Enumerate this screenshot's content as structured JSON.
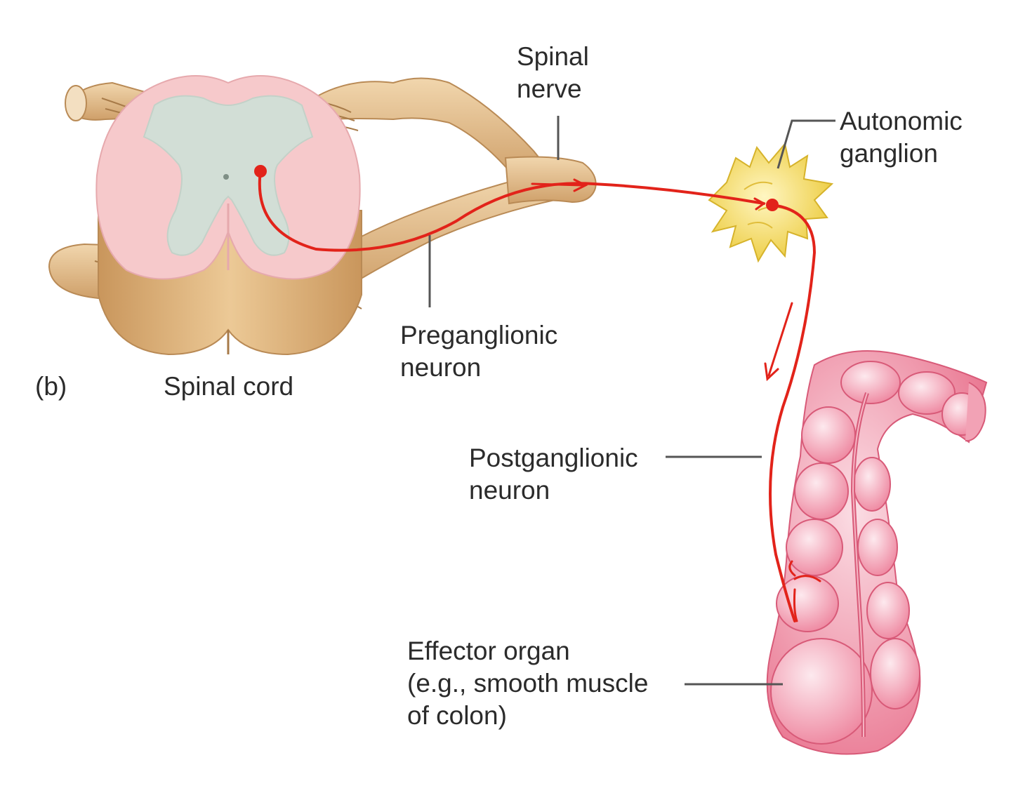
{
  "figure": {
    "panel_label": "(b)",
    "colors": {
      "background": "#ffffff",
      "label_text": "#2b2b2b",
      "leader_line": "#555555",
      "neuron_pathway": "#e2231a",
      "nerve_tissue": "#ddb683",
      "white_matter": "#f4c4c6",
      "gray_matter": "#cfdcd4",
      "ganglion": "#f6df6a",
      "colon": "#ef8ea4"
    }
  },
  "labels": {
    "spinal_nerve": {
      "line1": "Spinal",
      "line2": "nerve"
    },
    "autonomic_ganglion": {
      "line1": "Autonomic",
      "line2": "ganglion"
    },
    "preganglionic_neuron": {
      "line1": "Preganglionic",
      "line2": "neuron"
    },
    "spinal_cord": "Spinal cord",
    "postganglionic_neuron": {
      "line1": "Postganglionic",
      "line2": "neuron"
    },
    "effector_organ": {
      "line1": "Effector organ",
      "line2": "(e.g., smooth muscle",
      "line3": "of colon)"
    }
  }
}
